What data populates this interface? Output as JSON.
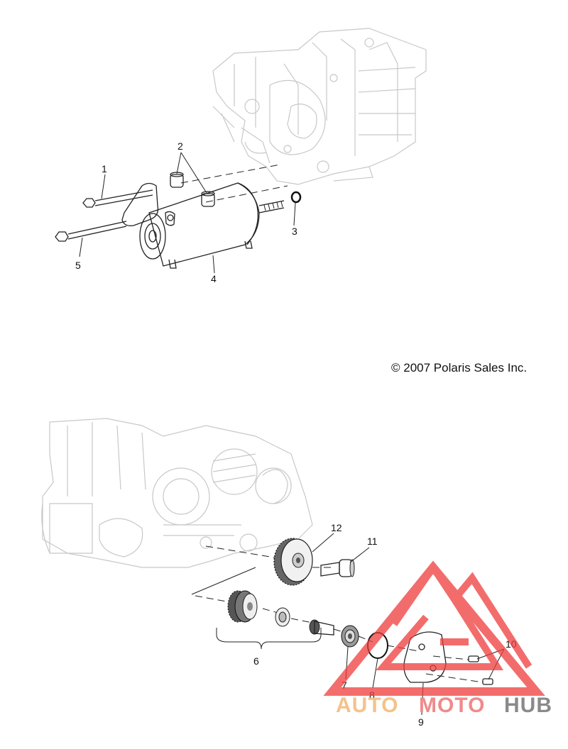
{
  "diagram": {
    "callouts": {
      "c1": "1",
      "c2": "2",
      "c3": "3",
      "c4": "4",
      "c5": "5",
      "c6": "6",
      "c7": "7",
      "c8": "8",
      "c9": "9",
      "c10": "10",
      "c11": "11",
      "c12": "12"
    },
    "copyright": "© 2007 Polaris Sales Inc."
  },
  "watermark": {
    "part1": "AUTO",
    "part2": "MOTO",
    "part3": "HUB",
    "colors": {
      "part1": "#f5c28a",
      "part2": "#f08a8a",
      "part3": "#8a8a8a",
      "logo": "#f03c3c"
    }
  }
}
